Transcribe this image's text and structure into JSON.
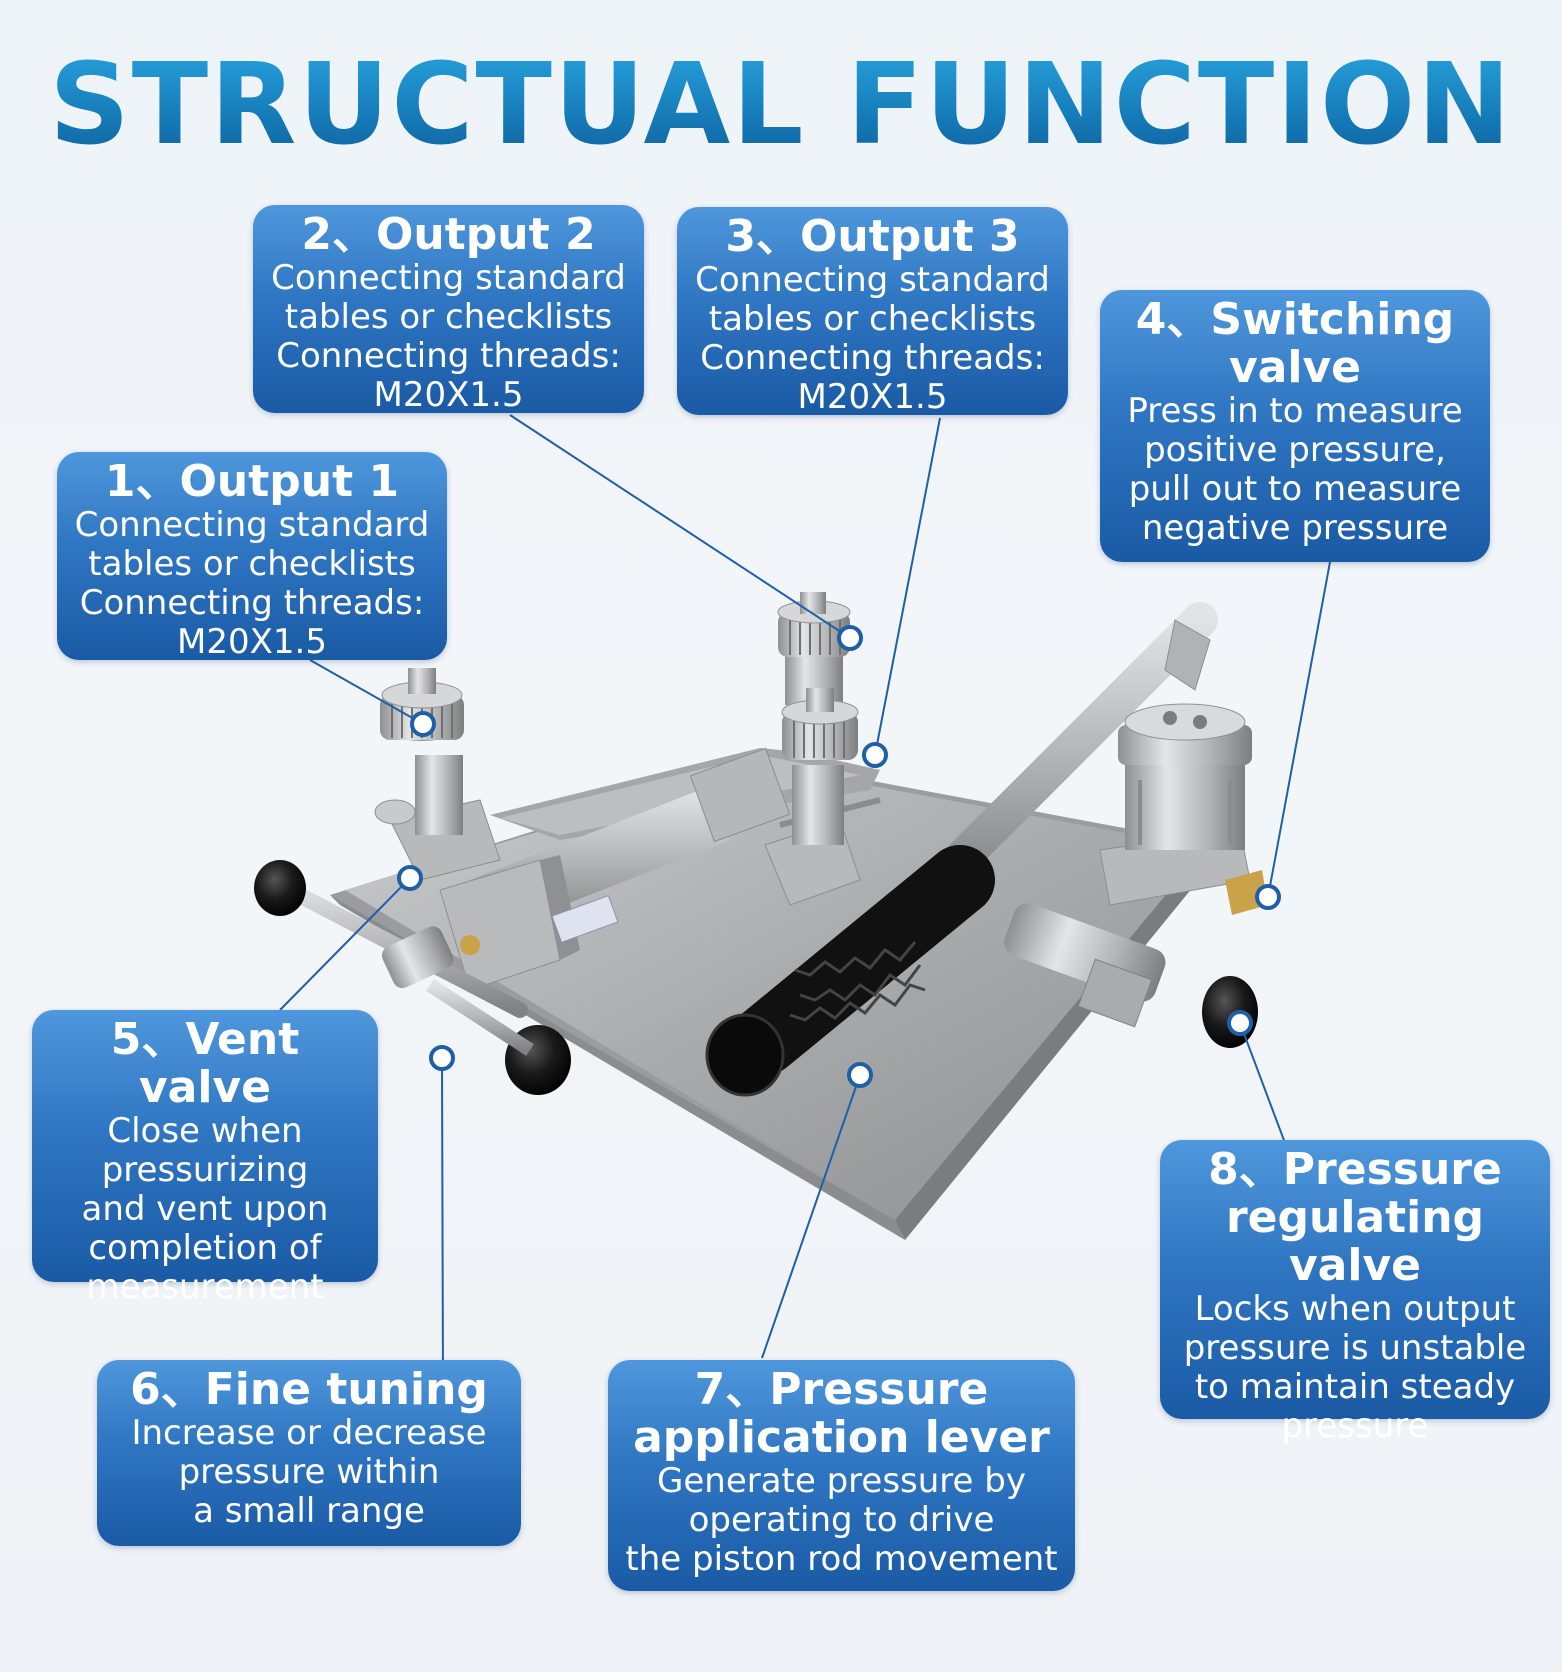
{
  "title": "STRUCTUAL FUNCTION",
  "colors": {
    "accent": "#1a88c4",
    "card_top": "#4f97dc",
    "card_bottom": "#1a5aa5",
    "leader": "#1f5fa8"
  },
  "callouts": {
    "c1": {
      "head": [
        "1、Output 1"
      ],
      "body": [
        "Connecting standard",
        "tables or checklists",
        "Connecting threads:",
        "M20X1.5"
      ]
    },
    "c2": {
      "head": [
        "2、Output 2"
      ],
      "body": [
        "Connecting standard",
        "tables or checklists",
        "Connecting threads:",
        "M20X1.5"
      ]
    },
    "c3": {
      "head": [
        "3、Output 3"
      ],
      "body": [
        "Connecting standard",
        "tables or checklists",
        "Connecting threads:",
        "M20X1.5"
      ]
    },
    "c4": {
      "head": [
        "4、Switching",
        "valve"
      ],
      "body": [
        "Press in to measure",
        "positive pressure,",
        "pull out to measure",
        "negative pressure"
      ]
    },
    "c5": {
      "head": [
        "5、Vent valve"
      ],
      "body": [
        "Close when",
        "pressurizing",
        "and vent upon",
        "completion of",
        "measurement"
      ]
    },
    "c6": {
      "head": [
        "6、Fine tuning"
      ],
      "body": [
        "Increase or decrease",
        "pressure within",
        "a small range"
      ]
    },
    "c7": {
      "head": [
        "7、Pressure",
        "application lever"
      ],
      "body": [
        "Generate pressure by",
        "operating to drive",
        "the piston rod movement"
      ]
    },
    "c8": {
      "head": [
        "8、Pressure",
        "regulating valve"
      ],
      "body": [
        "Locks when output",
        "pressure is unstable",
        "to maintain steady",
        "pressure"
      ]
    }
  }
}
